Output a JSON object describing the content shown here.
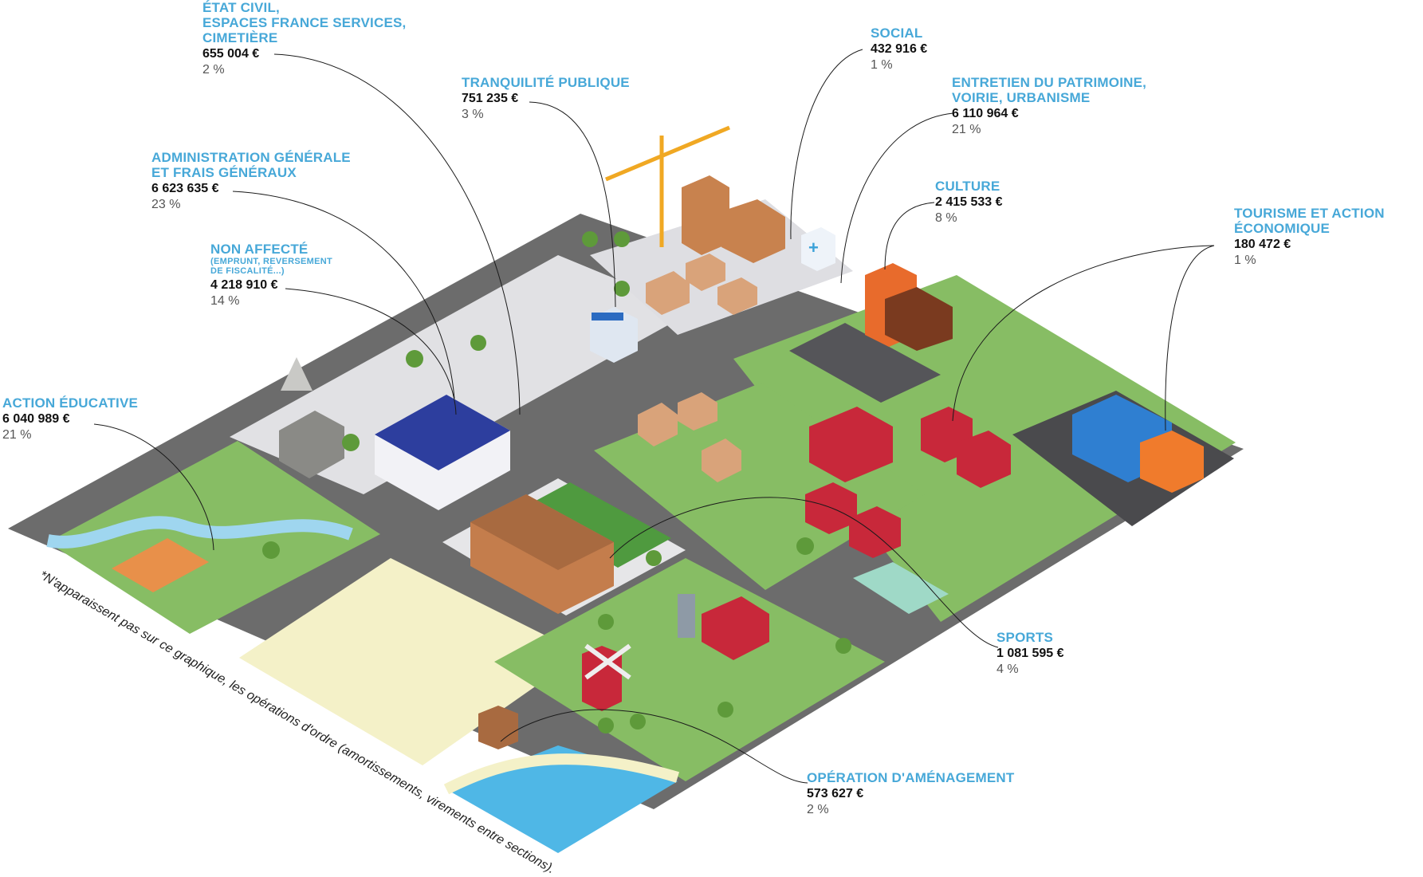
{
  "colors": {
    "label": "#47a8d8",
    "road": "#6b6b6b",
    "plaza": "#e2e2e4",
    "grass": "#86bd63",
    "field": "#f4f1c8",
    "water": "#4fb7e6",
    "dark_lot": "#4a4a4c"
  },
  "categories": [
    {
      "key": "etat_civil",
      "title": [
        "État civil,",
        "espaces France services,",
        "cimetière"
      ],
      "subtitle": [],
      "amount": "655 004 €",
      "percent": "2 %"
    },
    {
      "key": "tranquilite",
      "title": [
        "Tranquilité publique"
      ],
      "subtitle": [],
      "amount": "751 235 €",
      "percent": "3 %"
    },
    {
      "key": "social",
      "title": [
        "Social"
      ],
      "subtitle": [],
      "amount": "432 916 €",
      "percent": "1 %"
    },
    {
      "key": "patrimoine",
      "title": [
        "Entretien du patrimoine,",
        "voirie, urbanisme"
      ],
      "subtitle": [],
      "amount": "6 110 964 €",
      "percent": "21 %"
    },
    {
      "key": "culture",
      "title": [
        "Culture"
      ],
      "subtitle": [],
      "amount": "2 415 533 €",
      "percent": "8 %"
    },
    {
      "key": "tourisme",
      "title": [
        "Tourisme et action",
        "économique"
      ],
      "subtitle": [],
      "amount": "180 472 €",
      "percent": "1 %"
    },
    {
      "key": "administration",
      "title": [
        "Administration générale",
        "et frais généraux"
      ],
      "subtitle": [],
      "amount": "6 623 635 €",
      "percent": "23 %"
    },
    {
      "key": "non_affecte",
      "title": [
        "Non affecté"
      ],
      "subtitle": [
        "(emprunt, reversement",
        "de fiscalité...)"
      ],
      "amount": "4 218 910 €",
      "percent": "14 %"
    },
    {
      "key": "educative",
      "title": [
        "Action éducative"
      ],
      "subtitle": [],
      "amount": "6 040 989 €",
      "percent": "21 %"
    },
    {
      "key": "sports",
      "title": [
        "Sports"
      ],
      "subtitle": [],
      "amount": "1 081 595 €",
      "percent": "4 %"
    },
    {
      "key": "amenagement",
      "title": [
        "Opération d'aménagement"
      ],
      "subtitle": [],
      "amount": "573 627 €",
      "percent": "2 %"
    }
  ],
  "footnote": "*N'apparaissent pas sur ce graphique, les opérations d'ordre (amortissements, virements entre sections).",
  "illustration": {
    "buildings": [
      "church",
      "city-hall",
      "school",
      "police-station",
      "pharmacy",
      "crane",
      "apartment-block",
      "houses",
      "theatre",
      "barn",
      "windmill",
      "silo",
      "hotel",
      "gym",
      "greenhouse",
      "shed"
    ]
  }
}
